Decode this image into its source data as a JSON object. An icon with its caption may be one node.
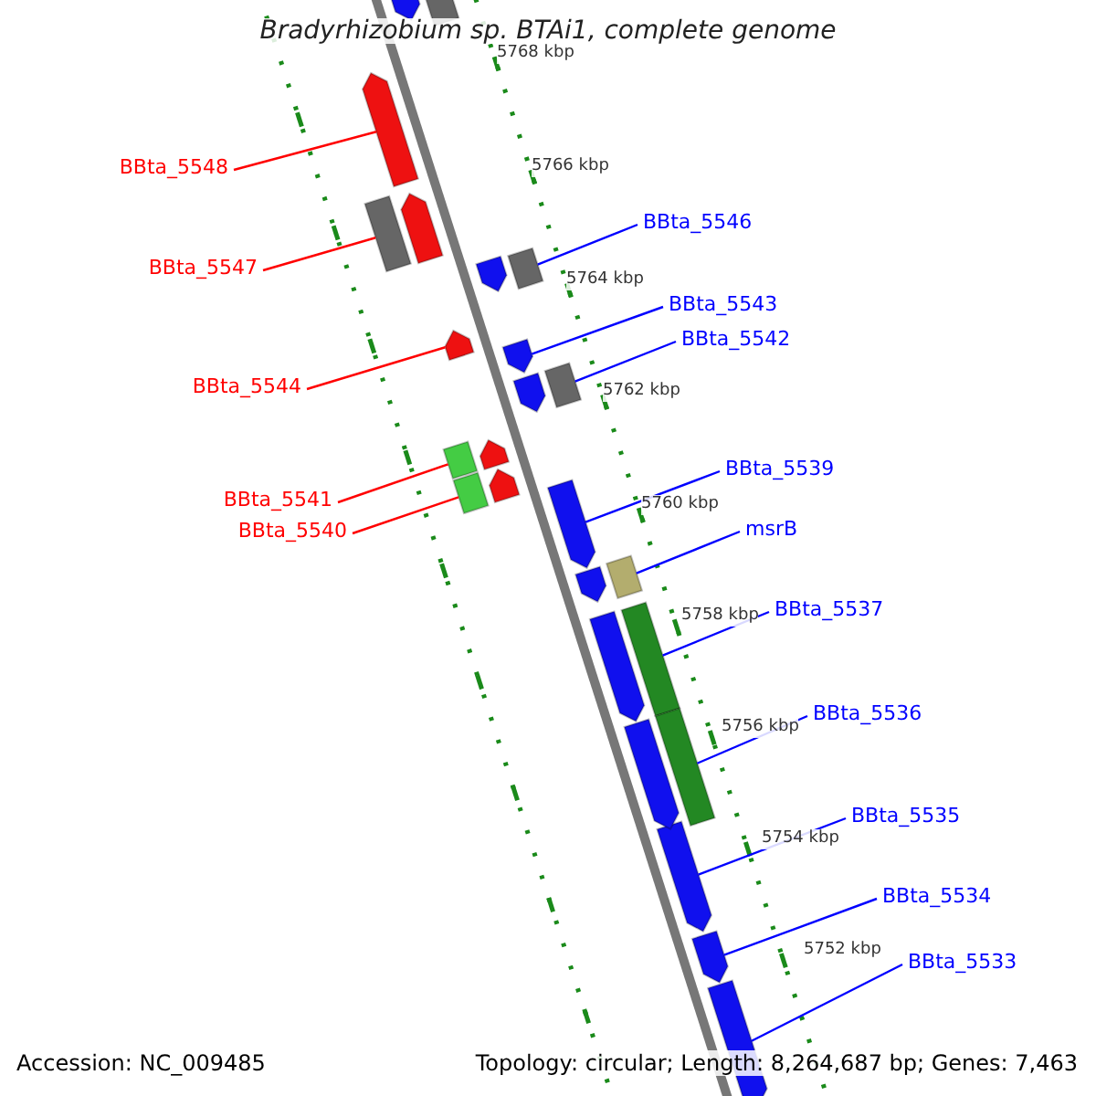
{
  "diagram": {
    "title": "Bradyrhizobium sp. BTAi1, complete genome",
    "nodes": [
      {
        "text": [
          "BBta_5548"
        ]
      },
      {
        "text": [],
        "shape": "arrow"
      },
      {
        "text": [
          "BBta_5547"
        ]
      },
      {
        "text": [],
        "shape": "box"
      },
      {
        "text": [
          "BBta_5546"
        ]
      },
      {
        "text": [],
        "shape": "box"
      },
      {
        "text": [
          "BBta_5543"
        ]
      },
      {
        "text": [],
        "shape": "arrow"
      },
      {
        "text": [
          "BBta_5542"
        ]
      },
      {
        "text": [],
        "shape": "box"
      },
      {
        "text": [
          "BBta_5544"
        ]
      },
      {
        "text": [],
        "shape": "arrow"
      },
      {
        "text": [
          "BBta_5541"
        ]
      },
      {
        "text": [],
        "shape": "box"
      },
      {
        "text": [
          "BBta_5540"
        ]
      },
      {
        "text": [],
        "shape": "box"
      },
      {
        "text": [
          "BBta_5539"
        ]
      },
      {
        "text": [],
        "shape": "arrow"
      },
      {
        "text": [
          "msrB"
        ]
      },
      {
        "text": [],
        "shape": "box"
      },
      {
        "text": [
          "BBta_5537"
        ]
      },
      {
        "text": [],
        "shape": "box"
      },
      {
        "text": [
          "BBta_5536"
        ]
      },
      {
        "text": [],
        "shape": "box"
      },
      {
        "text": [
          "BBta_5535"
        ]
      },
      {
        "text": [],
        "shape": "arrow"
      },
      {
        "text": [
          "BBta_5534"
        ]
      },
      {
        "text": [],
        "shape": "arrow"
      },
      {
        "text": [
          "BBta_5533"
        ]
      },
      {
        "text": [],
        "shape": "arrow"
      },
      {
        "text": [],
        "shape": "arrow"
      },
      {
        "text": [],
        "shape": "box"
      },
      {
        "text": [],
        "shape": "arrow"
      },
      {
        "text": [],
        "shape": "arrow"
      },
      {
        "text": [],
        "shape": "arrow"
      },
      {
        "text": [],
        "shape": "arrow"
      },
      {
        "text": [],
        "shape": "arrow"
      },
      {
        "text": [],
        "shape": "arrow"
      },
      {
        "text": [],
        "shape": "arrow"
      },
      {
        "text": [],
        "shape": "arrow"
      }
    ],
    "edges": [
      {
        "from": 0,
        "to": 1,
        "arrow": "none",
        "color": "#ff0000"
      },
      {
        "from": 2,
        "to": 3,
        "arrow": "none",
        "color": "#ff0000"
      },
      {
        "from": 4,
        "to": 5,
        "arrow": "none"
      },
      {
        "from": 6,
        "to": 7,
        "arrow": "none"
      },
      {
        "from": 8,
        "to": 9,
        "arrow": "none"
      },
      {
        "from": 10,
        "to": 11,
        "arrow": "none",
        "color": "#ff0000"
      },
      {
        "from": 12,
        "to": 13,
        "arrow": "none",
        "color": "#ff0000"
      },
      {
        "from": 14,
        "to": 15,
        "arrow": "none",
        "color": "#ff0000"
      },
      {
        "from": 16,
        "to": 17,
        "arrow": "none"
      },
      {
        "from": 18,
        "to": 19,
        "arrow": "none"
      },
      {
        "from": 20,
        "to": 21,
        "arrow": "none"
      },
      {
        "from": 22,
        "to": 23,
        "arrow": "none"
      },
      {
        "from": 24,
        "to": 25,
        "arrow": "none"
      },
      {
        "from": 26,
        "to": 27,
        "arrow": "none"
      },
      {
        "from": 28,
        "to": 29,
        "arrow": "none"
      }
    ],
    "labels": [
      "5768 kbp",
      "5766 kbp",
      "5764 kbp",
      "5762 kbp",
      "5760 kbp",
      "5758 kbp",
      "5756 kbp",
      "5754 kbp",
      "5752 kbp",
      "Accession: NC_009485",
      "Topology: circular; Length: 8,264,687 bp; Genes: 7,463"
    ]
  }
}
